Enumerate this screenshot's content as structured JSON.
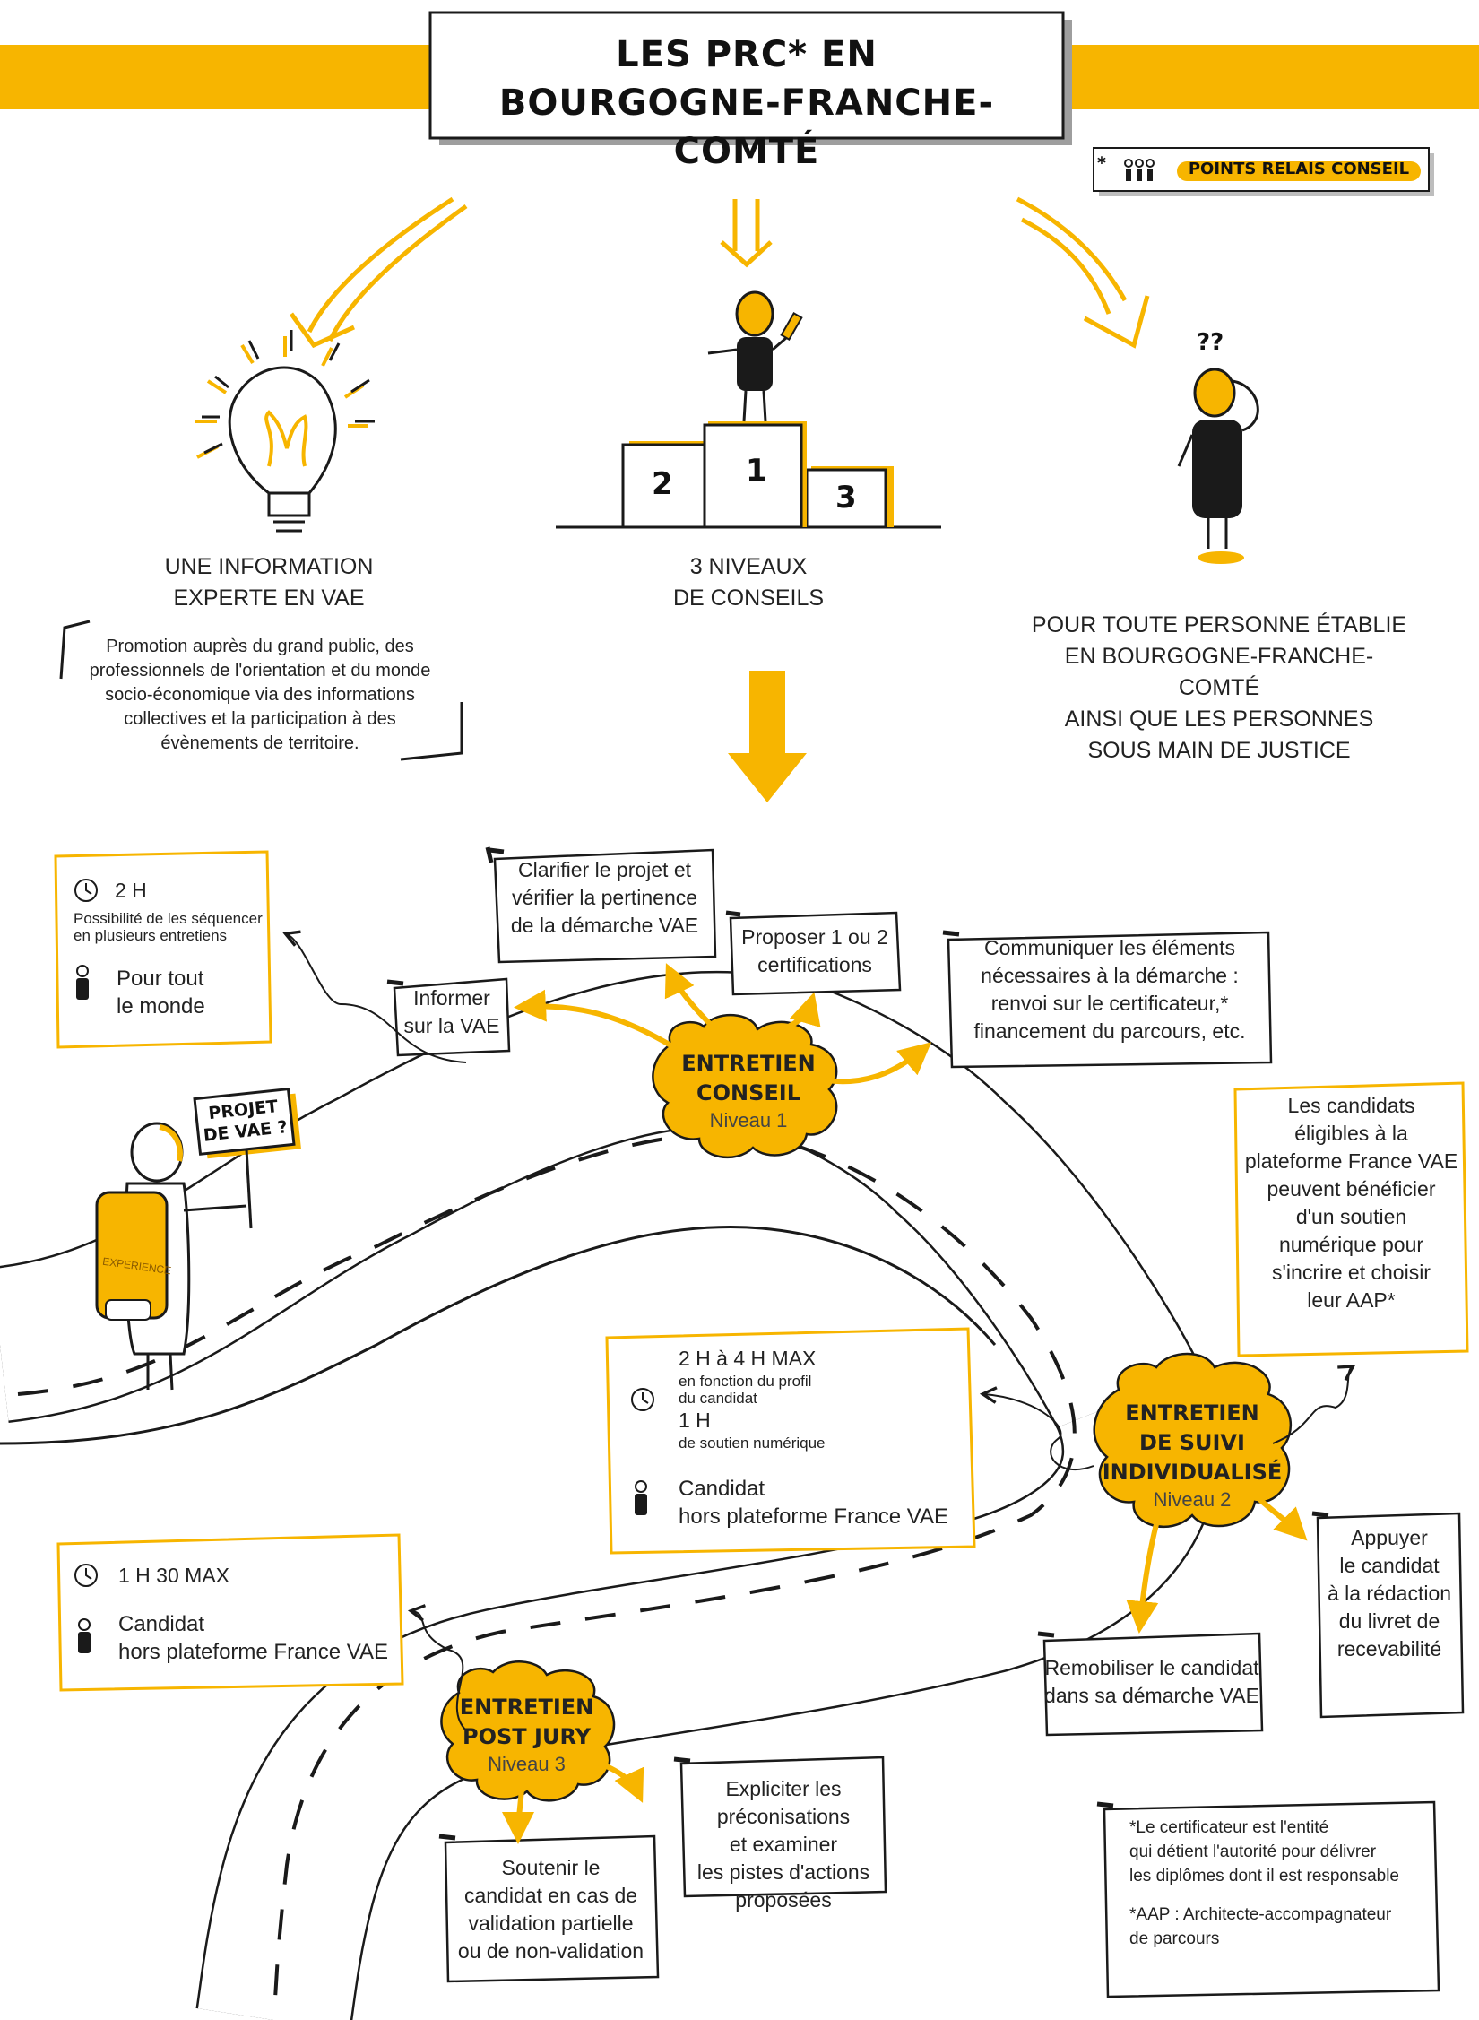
{
  "colors": {
    "accent": "#F7B500",
    "ink": "#1a1a1a",
    "road": "#ffffff",
    "shadow": "#bdbdbd"
  },
  "title": {
    "line1": "LES PRC* EN",
    "line2": "BOURGOGNE-FRANCHE-COMTÉ"
  },
  "legend": {
    "asterisk": "*",
    "label": "POINTS RELAIS CONSEIL",
    "icon": "people-group-icon"
  },
  "pillars": {
    "info": {
      "line1": "UNE INFORMATION",
      "line2": "EXPERTE EN VAE",
      "icon": "lightbulb-icon"
    },
    "levels": {
      "line1": "3 NIVEAUX",
      "line2": "DE CONSEILS",
      "icon": "podium-icon",
      "podium": {
        "first": "1",
        "second": "2",
        "third": "3"
      }
    },
    "public": {
      "line1": "POUR TOUTE PERSONNE ÉTABLIE",
      "line2": "EN BOURGOGNE-FRANCHE-COMTÉ",
      "line3": "AINSI QUE LES PERSONNES",
      "line4": "SOUS MAIN DE JUSTICE",
      "icon": "thinking-person-icon",
      "marks": "??"
    }
  },
  "promotion": {
    "line1": "Promotion auprès du grand public, des",
    "line2": "professionnels de l'orientation et du monde",
    "line3": "socio-économique via des informations",
    "line4": "collectives et la participation à des",
    "line5": "évènements de territoire."
  },
  "traveler": {
    "sign_line1": "PROJET",
    "sign_line2": "DE VAE ?",
    "bag_label": "EXPERIENCE"
  },
  "level1": {
    "title_line1": "ENTRETIEN",
    "title_line2": "CONSEIL",
    "level": "Niveau 1",
    "info_card": {
      "duration": "2 H",
      "note_line1": "Possibilité de les séquencer",
      "note_line2": "en plusieurs entretiens",
      "audience_line1": "Pour tout",
      "audience_line2": "le monde"
    },
    "actions": {
      "inform": {
        "line1": "Informer",
        "line2": "sur la VAE"
      },
      "clarify": {
        "line1": "Clarifier le projet et",
        "line2": "vérifier la pertinence",
        "line3": "de la démarche VAE"
      },
      "propose": {
        "line1": "Proposer 1 ou 2",
        "line2": "certifications"
      },
      "communicate": {
        "line1": "Communiquer les éléments",
        "line2": "nécessaires à la démarche :",
        "line3": "renvoi sur le certificateur,*",
        "line4": "financement du parcours, etc."
      }
    }
  },
  "platform_note": {
    "line1": "Les candidats",
    "line2": "éligibles à la",
    "line3": "plateforme France VAE",
    "line4": "peuvent bénéficier",
    "line5": "d'un soutien",
    "line6": "numérique pour",
    "line7": "s'incrire et choisir",
    "line8": "leur AAP*"
  },
  "level2": {
    "title_line1": "ENTRETIEN",
    "title_line2": "DE SUIVI",
    "title_line3": "INDIVIDUALISÉ",
    "level": "Niveau 2",
    "info_card": {
      "duration": "2 H à 4 H MAX",
      "duration_note_line1": "en fonction du profil",
      "duration_note_line2": "du candidat",
      "support": "1 H",
      "support_note": "de soutien numérique",
      "audience_line1": "Candidat",
      "audience_line2": "hors plateforme France VAE"
    },
    "actions": {
      "support_writing": {
        "line1": "Appuyer",
        "line2": "le candidat",
        "line3": "à la rédaction",
        "line4": "du livret de",
        "line5": "recevabilité"
      },
      "remobilize": {
        "line1": "Remobiliser le candidat",
        "line2": "dans sa démarche VAE"
      }
    }
  },
  "level3": {
    "title_line1": "ENTRETIEN",
    "title_line2": "POST JURY",
    "level": "Niveau 3",
    "info_card": {
      "duration": "1 H 30 MAX",
      "audience_line1": "Candidat",
      "audience_line2": "hors plateforme France VAE"
    },
    "actions": {
      "support_partial": {
        "line1": "Soutenir le",
        "line2": "candidat en cas de",
        "line3": "validation partielle",
        "line4": "ou de non-validation"
      },
      "explain": {
        "line1": "Expliciter les",
        "line2": "préconisations",
        "line3": "et examiner",
        "line4": "les pistes d'actions",
        "line5": "proposées"
      }
    }
  },
  "footnotes": {
    "certificateur_line1": "*Le certificateur est l'entité",
    "certificateur_line2": "qui détient l'autorité pour délivrer",
    "certificateur_line3": "les diplômes dont il est responsable",
    "aap_line1": "*AAP : Architecte-accompagnateur",
    "aap_line2": "de parcours"
  }
}
